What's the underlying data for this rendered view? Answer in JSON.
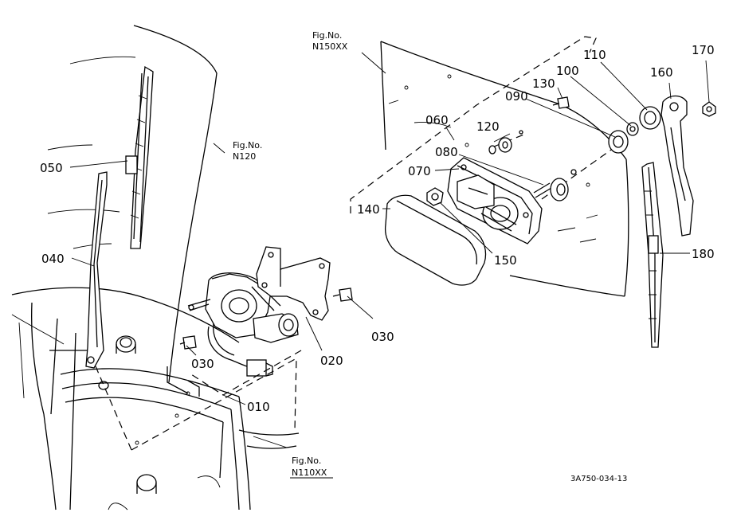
{
  "drawing_number": "3A750-034-13",
  "figure_refs": [
    {
      "id": "n150",
      "title": "Fig.No.",
      "number": "N150XX"
    },
    {
      "id": "n120",
      "title": "Fig.No.",
      "number": "N120"
    },
    {
      "id": "n110",
      "title": "Fig.No.",
      "number": "N110XX"
    }
  ],
  "parts": [
    {
      "id": "010",
      "label": "010"
    },
    {
      "id": "020",
      "label": "020"
    },
    {
      "id": "030a",
      "label": "030"
    },
    {
      "id": "030b",
      "label": "030"
    },
    {
      "id": "040",
      "label": "040"
    },
    {
      "id": "050",
      "label": "050"
    },
    {
      "id": "060",
      "label": "060"
    },
    {
      "id": "070",
      "label": "070"
    },
    {
      "id": "080",
      "label": "080"
    },
    {
      "id": "090",
      "label": "090"
    },
    {
      "id": "100",
      "label": "100"
    },
    {
      "id": "110",
      "label": "110"
    },
    {
      "id": "120",
      "label": "120"
    },
    {
      "id": "130",
      "label": "130"
    },
    {
      "id": "140",
      "label": "140"
    },
    {
      "id": "150",
      "label": "150"
    },
    {
      "id": "160",
      "label": "160"
    },
    {
      "id": "170",
      "label": "170"
    },
    {
      "id": "180",
      "label": "180"
    }
  ]
}
